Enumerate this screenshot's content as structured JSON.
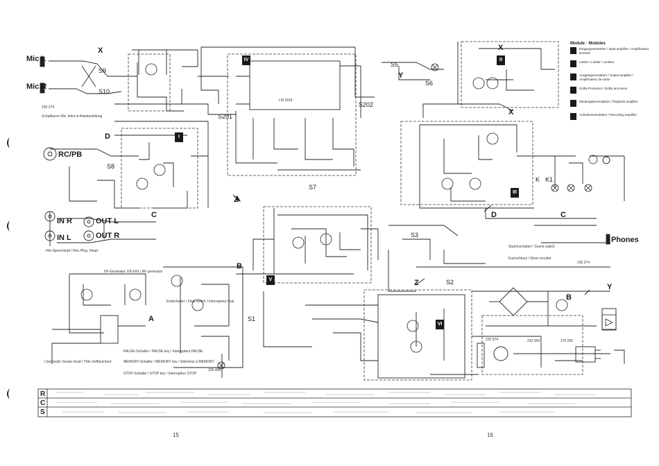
{
  "sheet": {
    "page_left": "15",
    "page_right": "16"
  },
  "connectors": {
    "mic_l": "Mic L",
    "mic_r": "Mic R",
    "rc_pb": "RC/PB",
    "in_r": "IN R",
    "in_l": "IN L",
    "out_l": "OUT L",
    "out_r": "OUT R",
    "phones": "Phones"
  },
  "modules": {
    "I": "I",
    "II": "II",
    "III": "III",
    "IV": "IV",
    "V": "V",
    "VI": "VI"
  },
  "switches": {
    "s1": "S1",
    "s2": "S2",
    "s3": "S3",
    "s5": "S5",
    "s6": "S6",
    "s7": "S7",
    "s8": "S8",
    "s9": "S9",
    "s10": "S10",
    "s201": "S201",
    "s202": "S202"
  },
  "markers": {
    "a": "A",
    "b": "B",
    "c": "C",
    "d": "D",
    "x": "X",
    "y": "Y",
    "z": "Z",
    "k": "K",
    "k1": "K1"
  },
  "parts": {
    "ic_main": "LM 1818",
    "pn_1": "235 274",
    "pn_2": "235 408",
    "pn_3": "235 874",
    "pn_4": "232 009",
    "pn_5": "279 055"
  },
  "legend": {
    "header": "Module · Modules",
    "rows": [
      "Eingangsverstärker / Input amplifier / Amplificateur d'entrée",
      "Limiter / Limiter / Limiteur",
      "Ausgangsverstärker / Output amplifier / Amplificateur de sortie",
      "Dolby-Prozessor / Dolby processor",
      "Wiedergabeverstärker / Playback amplifier",
      "Aufnahmeverstärker / Recording amplifier"
    ]
  },
  "notes": {
    "switch_position": "Schaltkurve Mic. links in Arbeitsstellung",
    "oscillator": "HF-Generator 100 kHz / RF generator",
    "endschalter": "Endschalter / Final switch / Interrupteur final",
    "pause": "PAUSE-Schalter / PAUSE key / Interrupteur PAUSE",
    "memory": "MEMORY-Schalter / MEMORY key / Sélecteur à MEMORY",
    "stop": "STOP-Schalter / STOP key / Interrupteur STOP",
    "head_rp": "Hör-Sprechkopf / Rec./Play. Head",
    "head_erase": "Löschkopf / Erase head / Tête d'effacement",
    "k_key": "Stummschalter / Scene switch",
    "k1_key": "Kurzschluss / Short circuiter"
  },
  "strip": {
    "rows": [
      "R",
      "C",
      "S"
    ]
  }
}
